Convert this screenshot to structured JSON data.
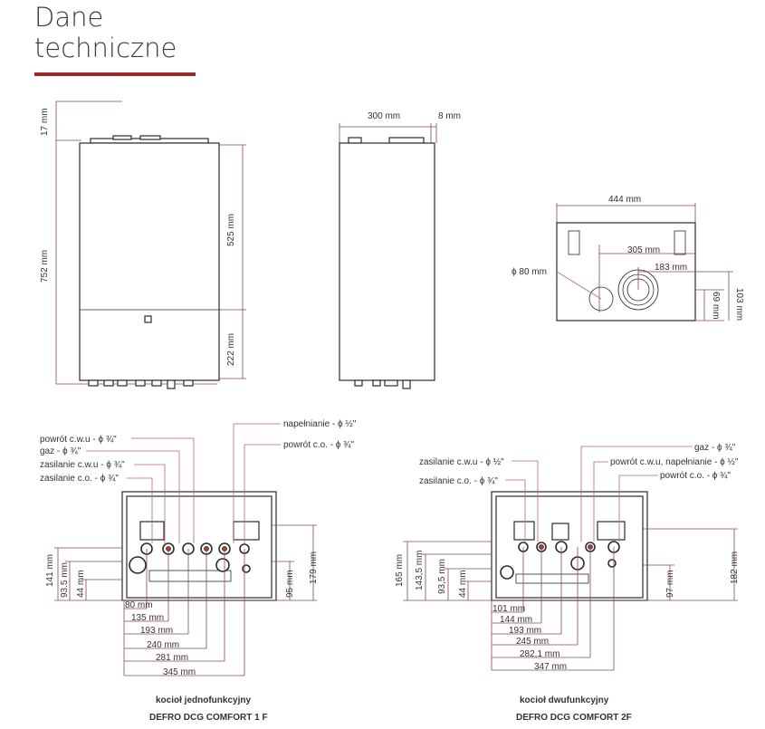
{
  "title": {
    "line1": "Dane",
    "line2": "techniczne"
  },
  "colors": {
    "accent": "#9e2a2f",
    "outline": "#2b2b2b",
    "leader": "#b46a6e"
  },
  "front": {
    "top_gap": "17 mm",
    "height": "752 mm",
    "upper": "525 mm",
    "lower": "222 mm"
  },
  "side": {
    "depth": "300 mm",
    "offset": "8 mm"
  },
  "top_view": {
    "width": "444 mm",
    "flue_x": "305 mm",
    "flue_x2": "183 mm",
    "flue_dia": "ϕ 80 mm",
    "h1": "69 mm",
    "h2": "103 mm"
  },
  "left_unit": {
    "labels": [
      "napełnianie - ϕ ½\"",
      "powrót c.w.u - ϕ ¾\"",
      "powrót c.o. - ϕ ¾\"",
      "gaz - ϕ ¾\"",
      "zasilanie c.w.u - ϕ ¾\"",
      "zasilanie c.o. - ϕ ¾\""
    ],
    "v_dims": [
      "141 mm",
      "93.5 mm",
      "44 mm",
      "95 mm",
      "179 mm"
    ],
    "h_dims": [
      "80 mm",
      "135 mm",
      "193 mm",
      "240 mm",
      "281 mm",
      "345 mm"
    ],
    "caption1": "kocioł jednofunkcyjny",
    "caption2": "DEFRO DCG COMFORT 1 F"
  },
  "right_unit": {
    "labels": [
      "gaz - ϕ ¾\"",
      "zasilanie c.w.u - ϕ ½\"",
      "powrót c.w.u, napełnianie - ϕ ½\"",
      "powrót c.o. - ϕ ¾\"",
      "zasilanie c.o. - ϕ ¾\""
    ],
    "v_dims": [
      "165 mm",
      "143,5 mm",
      "93,5 mm",
      "44 mm",
      "97 mm",
      "182 mm"
    ],
    "h_dims": [
      "101 mm",
      "144 mm",
      "193 mm",
      "245 mm",
      "282,1 mm",
      "347 mm"
    ],
    "caption1": "kocioł dwufunkcyjny",
    "caption2": "DEFRO DCG COMFORT 2F"
  }
}
